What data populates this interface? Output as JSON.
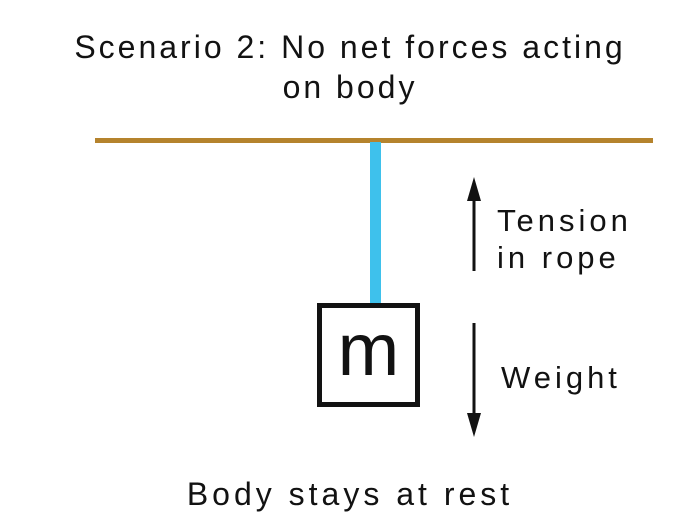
{
  "title": {
    "line1": "Scenario 2: No net forces acting",
    "line2": "on body"
  },
  "diagram": {
    "mass_label": "m",
    "tension": {
      "icon": "up-arrow-icon",
      "direction": "up",
      "label_line1": "Tension",
      "label_line2": "in rope"
    },
    "weight": {
      "icon": "down-arrow-icon",
      "direction": "down",
      "label": "Weight"
    },
    "colors": {
      "ceiling": "#B5832D",
      "rope": "#3EC1EC",
      "ink": "#121212",
      "background": "#FFFFFF"
    }
  },
  "caption": "Body stays at rest"
}
